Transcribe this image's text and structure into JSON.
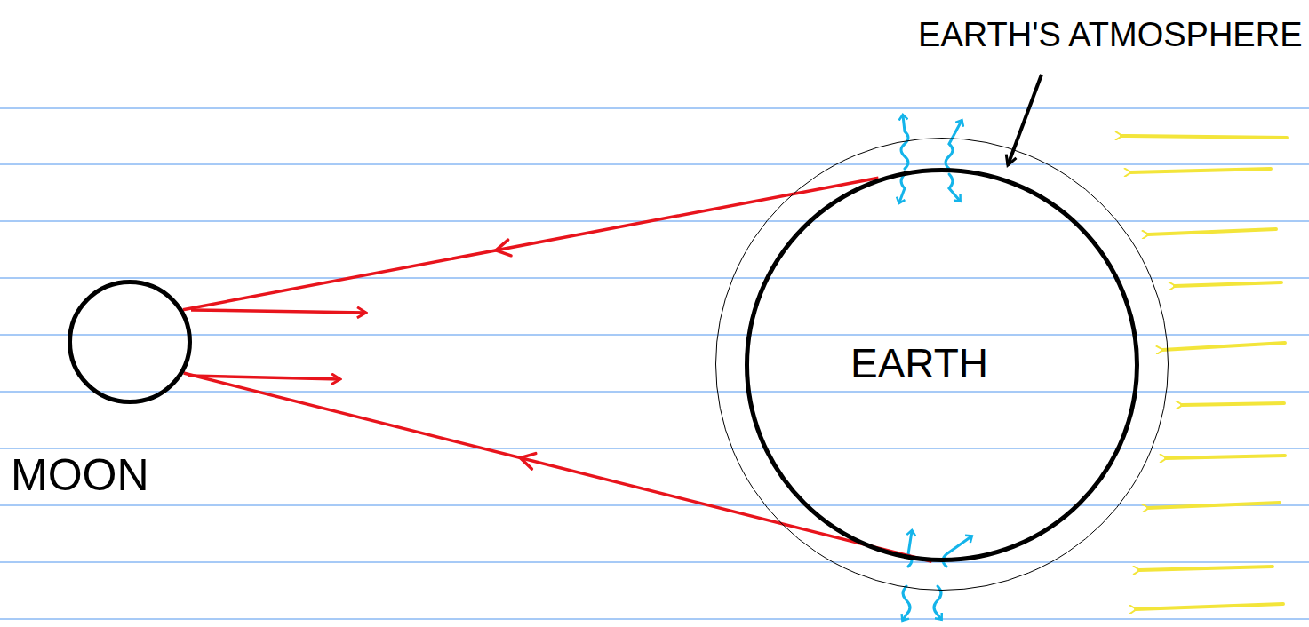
{
  "diagram": {
    "nodes": [
      {
        "text": [
          "EARTH'S ATMOSPHERE"
        ]
      },
      {
        "text": [
          "EARTH"
        ],
        "in": 0
      },
      {
        "text": [
          "MOON"
        ]
      }
    ],
    "edges": [
      {
        "from": 1,
        "to": 2,
        "arrow": "to"
      },
      {
        "from": 1,
        "to": 2,
        "arrow": "to"
      }
    ]
  }
}
